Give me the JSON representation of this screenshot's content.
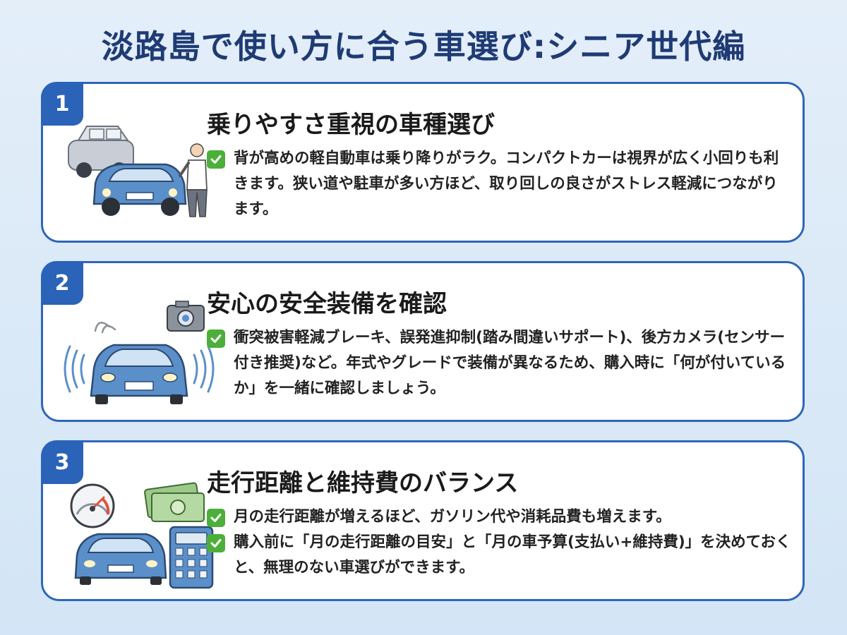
{
  "title": "淡路島で使い方に合う車選び:シニア世代編",
  "cards": [
    {
      "number": "1",
      "heading": "乗りやすさ重視の車種選び",
      "items": [
        "背が高めの軽自動車は乗り降りがラク。コンパクトカーは視界が広く小回りも利きます。狭い道や駐車が多い方ほど、取り回しの良さがストレス軽減につながります。"
      ],
      "icon": "cars-with-person-icon"
    },
    {
      "number": "2",
      "heading": "安心の安全装備を確認",
      "items": [
        "衝突被害軽減ブレーキ、誤発進抑制(踏み間違いサポート)、後方カメラ(センサー付き推奨)など。年式やグレードで装備が異なるため、購入時に「何が付いているか」を一緒に確認しましょう。"
      ],
      "icon": "car-sensor-camera-icon"
    },
    {
      "number": "3",
      "heading": "走行距離と維持費のバランス",
      "items": [
        "月の走行距離が増えるほど、ガソリン代や消耗品費も増えます。",
        "購入前に「月の走行距離の目安」と「月の車予算(支払い+維持費)」を決めておくと、無理のない車選びができます。"
      ],
      "icon": "car-gauge-money-calculator-icon"
    }
  ],
  "colors": {
    "accent": "#2a63b8",
    "title": "#1f3b74",
    "check": "#4caf3a",
    "car_blue": "#5b8fc9",
    "car_gray": "#c9ced6"
  }
}
